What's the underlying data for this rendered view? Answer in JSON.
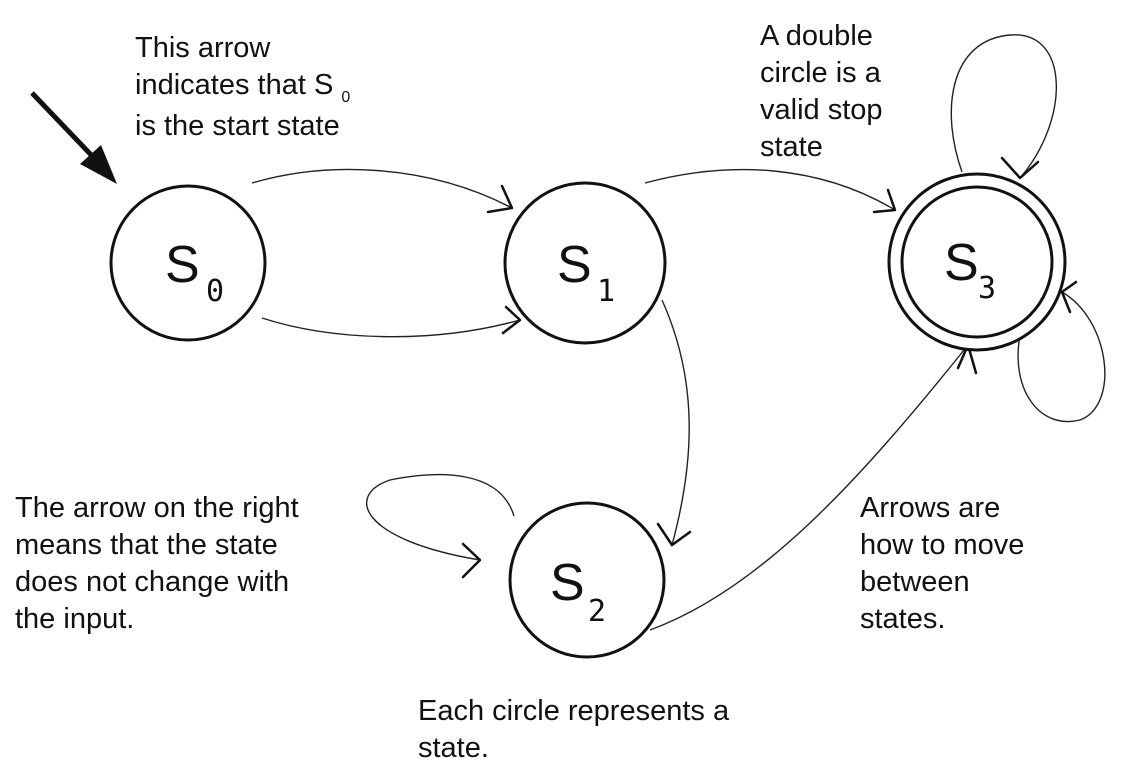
{
  "states": [
    {
      "id": "s0",
      "letter": "S",
      "index": "0",
      "accepting": false
    },
    {
      "id": "s1",
      "letter": "S",
      "index": "1",
      "accepting": false
    },
    {
      "id": "s2",
      "letter": "S",
      "index": "2",
      "accepting": false
    },
    {
      "id": "s3",
      "letter": "S",
      "index": "3",
      "accepting": true
    }
  ],
  "transitions": [
    {
      "from": "s0",
      "to": "s1"
    },
    {
      "from": "s0",
      "to": "s1"
    },
    {
      "from": "s1",
      "to": "s3"
    },
    {
      "from": "s1",
      "to": "s2"
    },
    {
      "from": "s2",
      "to": "s2"
    },
    {
      "from": "s2",
      "to": "s3"
    },
    {
      "from": "s3",
      "to": "s3"
    },
    {
      "from": "s3",
      "to": "s3"
    }
  ],
  "start_state": "s0",
  "annotations": {
    "start_arrow": {
      "before": "This arrow\nindicates that S ",
      "subscript": "0",
      "after": "\nis the start state"
    },
    "double_circle": "A double\ncircle is a\nvalid stop\nstate",
    "self_loop": "The arrow on the right\nmeans that the state\ndoes not change with\nthe input.",
    "arrows": "Arrows are\nhow to move\nbetween\nstates.",
    "circles": "Each circle represents a\nstate."
  }
}
